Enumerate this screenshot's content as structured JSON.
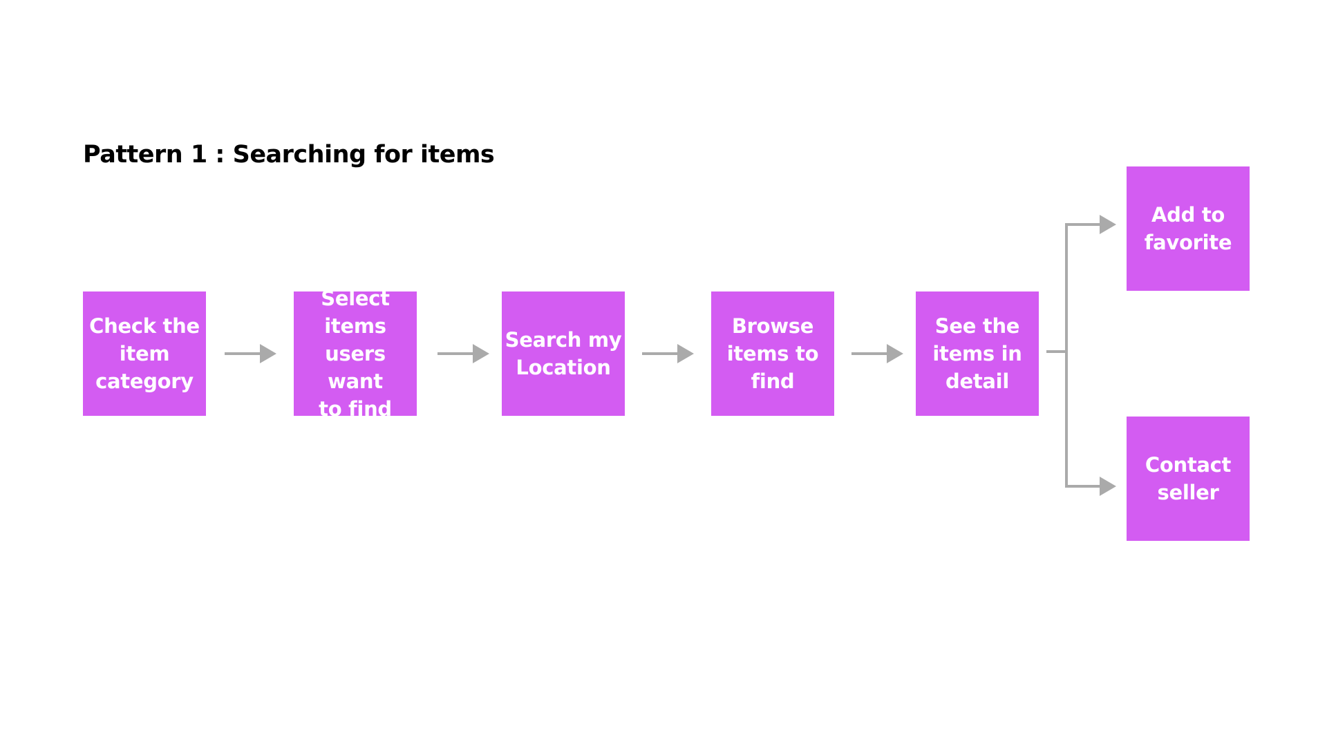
{
  "title": "Pattern 1 : Searching for items",
  "colors": {
    "box_fill": "#d35cf2",
    "box_text": "#ffffff",
    "arrow": "#aaaaaa",
    "title_text": "#000000"
  },
  "steps": [
    {
      "label": "Check the\nitem\ncategory"
    },
    {
      "label": "Select\nitems\nusers want\nto find"
    },
    {
      "label": "Search my\nLocation"
    },
    {
      "label": "Browse\nitems to\nfind"
    },
    {
      "label": "See the\nitems in\ndetail"
    }
  ],
  "outcomes": [
    {
      "label": "Add to\nfavorite"
    },
    {
      "label": "Contact\nseller"
    }
  ]
}
